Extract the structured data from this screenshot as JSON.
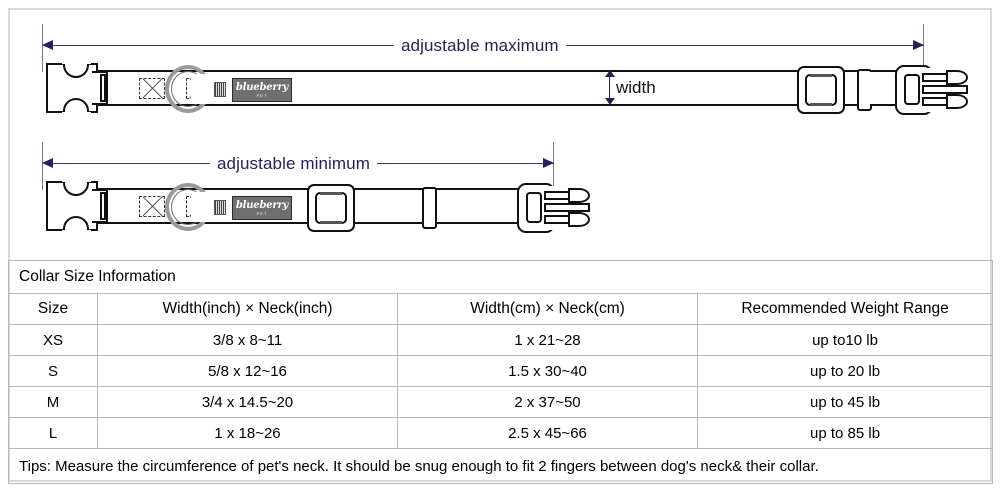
{
  "diagram": {
    "max_label": "adjustable maximum",
    "min_label": "adjustable minimum",
    "width_label": "width",
    "brand_line1": "blueberry",
    "brand_line2": "PET",
    "colors": {
      "dimension": "#22225c",
      "outline": "#111111",
      "dring": "#9a9a9a",
      "brand_bg": "#6f6f6f",
      "frame": "#d8d8d8"
    }
  },
  "table": {
    "title": "Collar Size Information",
    "headers": [
      "Size",
      "Width(inch)  ×  Neck(inch)",
      "Width(cm)  ×  Neck(cm)",
      "Recommended Weight Range"
    ],
    "rows": [
      {
        "size": "XS",
        "inch": "3/8 x 8~11",
        "cm": "1 x 21~28",
        "weight": "up to10 lb"
      },
      {
        "size": "S",
        "inch": "5/8 x 12~16",
        "cm": "1.5 x 30~40",
        "weight": "up to 20 lb"
      },
      {
        "size": "M",
        "inch": "3/4 x 14.5~20",
        "cm": "2 x 37~50",
        "weight": "up to 45 lb"
      },
      {
        "size": "L",
        "inch": "1 x 18~26",
        "cm": "2.5 x 45~66",
        "weight": "up to 85 lb"
      }
    ],
    "tips": "Tips: Measure the circumference of pet's neck. It should be snug enough to fit 2 fingers between dog's neck& their collar."
  }
}
